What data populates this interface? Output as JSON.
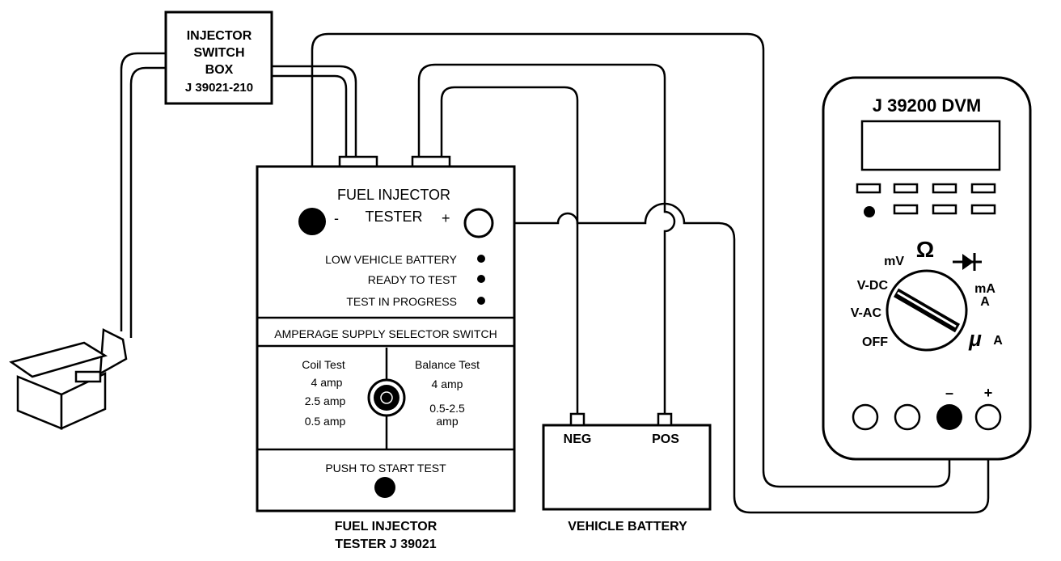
{
  "switch_box": {
    "line1": "INJECTOR",
    "line2": "SWITCH",
    "line3": "BOX",
    "line4": "J 39021-210"
  },
  "tester": {
    "title_line1": "FUEL INJECTOR",
    "title_line2": "TESTER",
    "minus": "-",
    "plus": "+",
    "indicators": [
      "LOW VEHICLE BATTERY",
      "READY TO TEST",
      "TEST IN PROGRESS"
    ],
    "selector_header": "AMPERAGE SUPPLY SELECTOR SWITCH",
    "coil_test": {
      "title": "Coil Test",
      "values": [
        "4 amp",
        "2.5 amp",
        "0.5 amp"
      ]
    },
    "balance_test": {
      "title": "Balance Test",
      "values": [
        "4 amp",
        "0.5-2.5",
        "amp"
      ]
    },
    "push_label": "PUSH TO START TEST",
    "caption_line1": "FUEL INJECTOR",
    "caption_line2": "TESTER J 39021"
  },
  "battery": {
    "neg": "NEG",
    "pos": "POS",
    "caption": "VEHICLE BATTERY"
  },
  "dvm": {
    "title": "J 39200 DVM",
    "modes": {
      "mv": "mV",
      "ohm": "Ω",
      "vdc": "V-DC",
      "vac": "V-AC",
      "off": "OFF",
      "ma": "mA",
      "a": "A",
      "mu": "μ",
      "ua": "A"
    },
    "minus": "–",
    "plus": "+"
  }
}
